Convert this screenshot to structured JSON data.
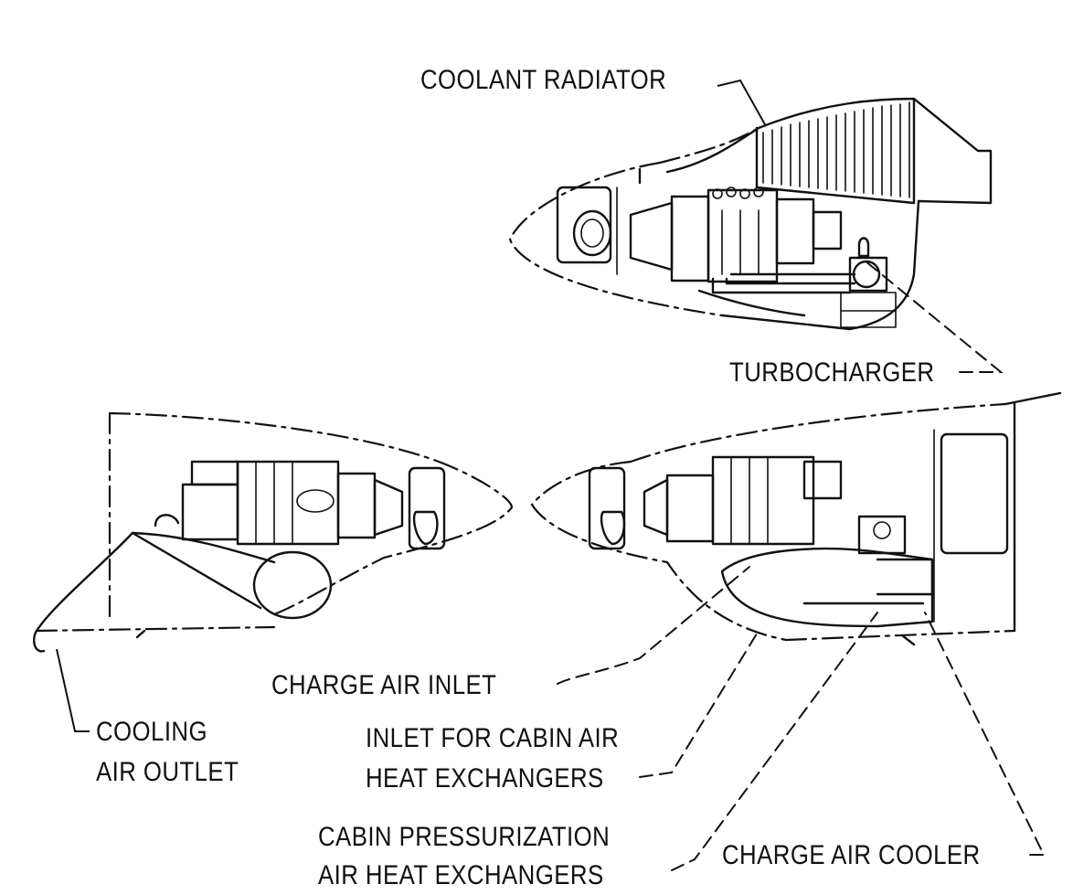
{
  "labels": {
    "coolant_radiator": "COOLANT RADIATOR",
    "turbocharger": "TURBOCHARGER",
    "charge_air_inlet": "CHARGE AIR INLET",
    "cooling_air_outlet_line1": "COOLING",
    "cooling_air_outlet_line2": "AIR OUTLET",
    "inlet_cabin_line1": "INLET FOR CABIN AIR",
    "inlet_cabin_line2": "HEAT EXCHANGERS",
    "cabin_press_line1": "CABIN PRESSURIZATION",
    "cabin_press_line2": "AIR HEAT EXCHANGERS",
    "charge_air_cooler": "CHARGE AIR COOLER"
  },
  "colors": {
    "ink": "#111111",
    "paper": "#ffffff"
  }
}
